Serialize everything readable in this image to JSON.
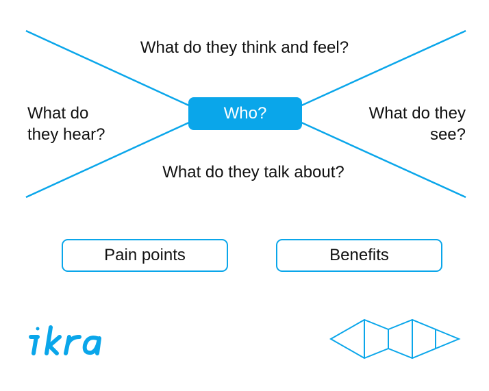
{
  "colors": {
    "accent": "#0aa6ea",
    "text": "#111111",
    "background": "#ffffff"
  },
  "map": {
    "center_label": "Who?",
    "top_question": "What do they think and feel?",
    "left_question": "What do\nthey hear?",
    "right_question": "What do they\nsee?",
    "bottom_question": "What do they talk about?"
  },
  "footer_boxes": {
    "pain_label": "Pain points",
    "benefits_label": "Benefits"
  },
  "branding": {
    "logo_text": "ikra",
    "logo_icon": "ikra-logo",
    "mark_icon": "geometric-arrows-icon"
  }
}
